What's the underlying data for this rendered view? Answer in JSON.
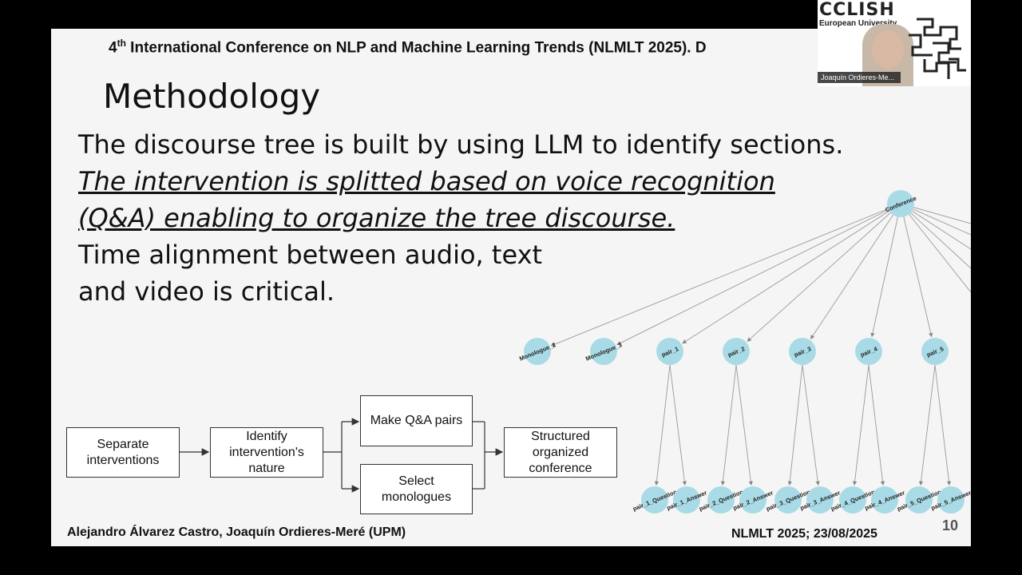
{
  "slide": {
    "header_prefix": "4",
    "header_sup": "th",
    "header_rest": " International Conference on NLP and Machine Learning Trends (NLMLT 2025). D",
    "title": "Methodology",
    "lines": [
      "The discourse tree is built by using LLM to identify sections.",
      "The intervention is splitted based on voice recognition",
      "(Q&A) enabling to organize the tree discourse.",
      "Time alignment between audio, text",
      "and video is critical."
    ],
    "footer_left": "Alejandro Álvarez Castro, Joaquín Ordieres-Meré (UPM)",
    "footer_right": "NLMLT 2025; 23/08/2025",
    "page_number": "10"
  },
  "flow": {
    "separate": "Separate interventions",
    "identify": "Identify intervention's nature",
    "qa_pairs": "Make Q&A pairs",
    "monologues": "Select monologues",
    "structured": "Structured organized conference"
  },
  "tree": {
    "root": "Conference",
    "level1": [
      "Monologue_2",
      "Monologue_3",
      "pair_1",
      "pair_2",
      "pair_3",
      "pair_4",
      "pair_5"
    ],
    "leaves": [
      "pair_1_Question",
      "pair_1_Answer",
      "pair_2_Question",
      "pair_2_Answer",
      "pair_3_Question",
      "pair_3_Answer",
      "pair_4_Question",
      "pair_4_Answer",
      "pair_5_Question",
      "pair_5_Answer"
    ],
    "node_color": "#a9dbe6"
  },
  "video": {
    "logo": "CCLISH",
    "university": "European University",
    "participant": "Joaquín Ordieres-Me..."
  }
}
